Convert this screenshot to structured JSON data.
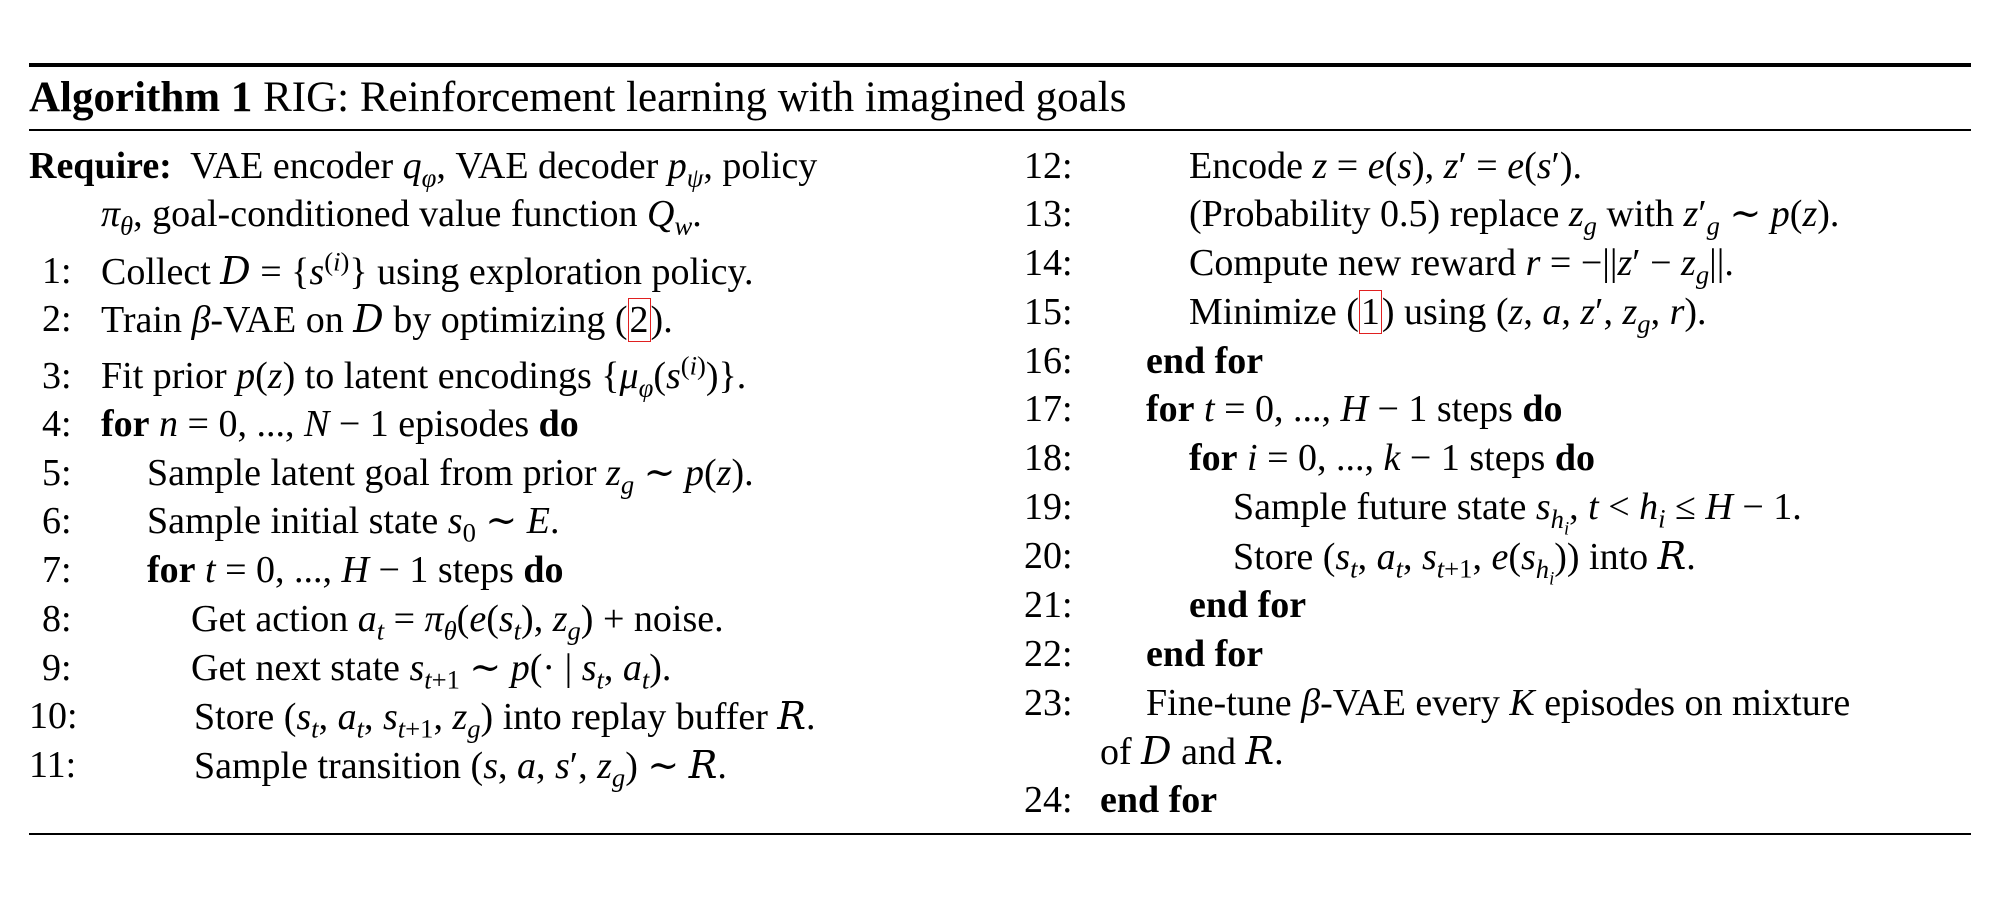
{
  "algorithm": {
    "label": "Algorithm 1",
    "name": "RIG: Reinforcement learning with imagined goals"
  },
  "require": {
    "keyword": "Require:",
    "text_1": "VAE encoder",
    "text_2": ", VAE decoder",
    "text_3": ", policy",
    "text_4": ", goal-conditioned value function"
  },
  "lines": {
    "l1": {
      "num": "1:",
      "a": "Collect",
      "b": "using exploration policy."
    },
    "l2": {
      "num": "2:",
      "a": "Train",
      "b": "-VAE on",
      "c": "by optimizing (",
      "ref": "2",
      "d": ")."
    },
    "l3": {
      "num": "3:",
      "a": "Fit prior",
      "b": "to latent encodings"
    },
    "l4": {
      "num": "4:",
      "kw1": "for",
      "b": "episodes",
      "kw2": "do"
    },
    "l5": {
      "num": "5:",
      "a": "Sample latent goal from prior"
    },
    "l6": {
      "num": "6:",
      "a": "Sample initial state"
    },
    "l7": {
      "num": "7:",
      "kw1": "for",
      "b": "steps",
      "kw2": "do"
    },
    "l8": {
      "num": "8:",
      "a": "Get action",
      "b": "+ noise."
    },
    "l9": {
      "num": "9:",
      "a": "Get next state"
    },
    "l10": {
      "num": "10:",
      "a": "Store",
      "b": "into replay buffer"
    },
    "l11": {
      "num": "11:",
      "a": "Sample transition"
    },
    "l12": {
      "num": "12:",
      "a": "Encode"
    },
    "l13": {
      "num": "13:",
      "a": "(Probability 0.5) replace",
      "b": "with"
    },
    "l14": {
      "num": "14:",
      "a": "Compute new reward"
    },
    "l15": {
      "num": "15:",
      "a": "Minimize (",
      "ref": "1",
      "b": ") using"
    },
    "l16": {
      "num": "16:",
      "kw": "end for"
    },
    "l17": {
      "num": "17:",
      "kw1": "for",
      "b": "steps",
      "kw2": "do"
    },
    "l18": {
      "num": "18:",
      "kw1": "for",
      "b": "steps",
      "kw2": "do"
    },
    "l19": {
      "num": "19:",
      "a": "Sample future state"
    },
    "l20": {
      "num": "20:",
      "a": "Store",
      "b": "into"
    },
    "l21": {
      "num": "21:",
      "kw": "end for"
    },
    "l22": {
      "num": "22:",
      "kw": "end for"
    },
    "l23": {
      "num": "23:",
      "a": "Fine-tune",
      "b": "-VAE every",
      "c": "episodes on mixture",
      "d": "of",
      "e": "and"
    },
    "l24": {
      "num": "24:",
      "kw": "end for"
    }
  },
  "colors": {
    "reference_box": "#e02020"
  }
}
